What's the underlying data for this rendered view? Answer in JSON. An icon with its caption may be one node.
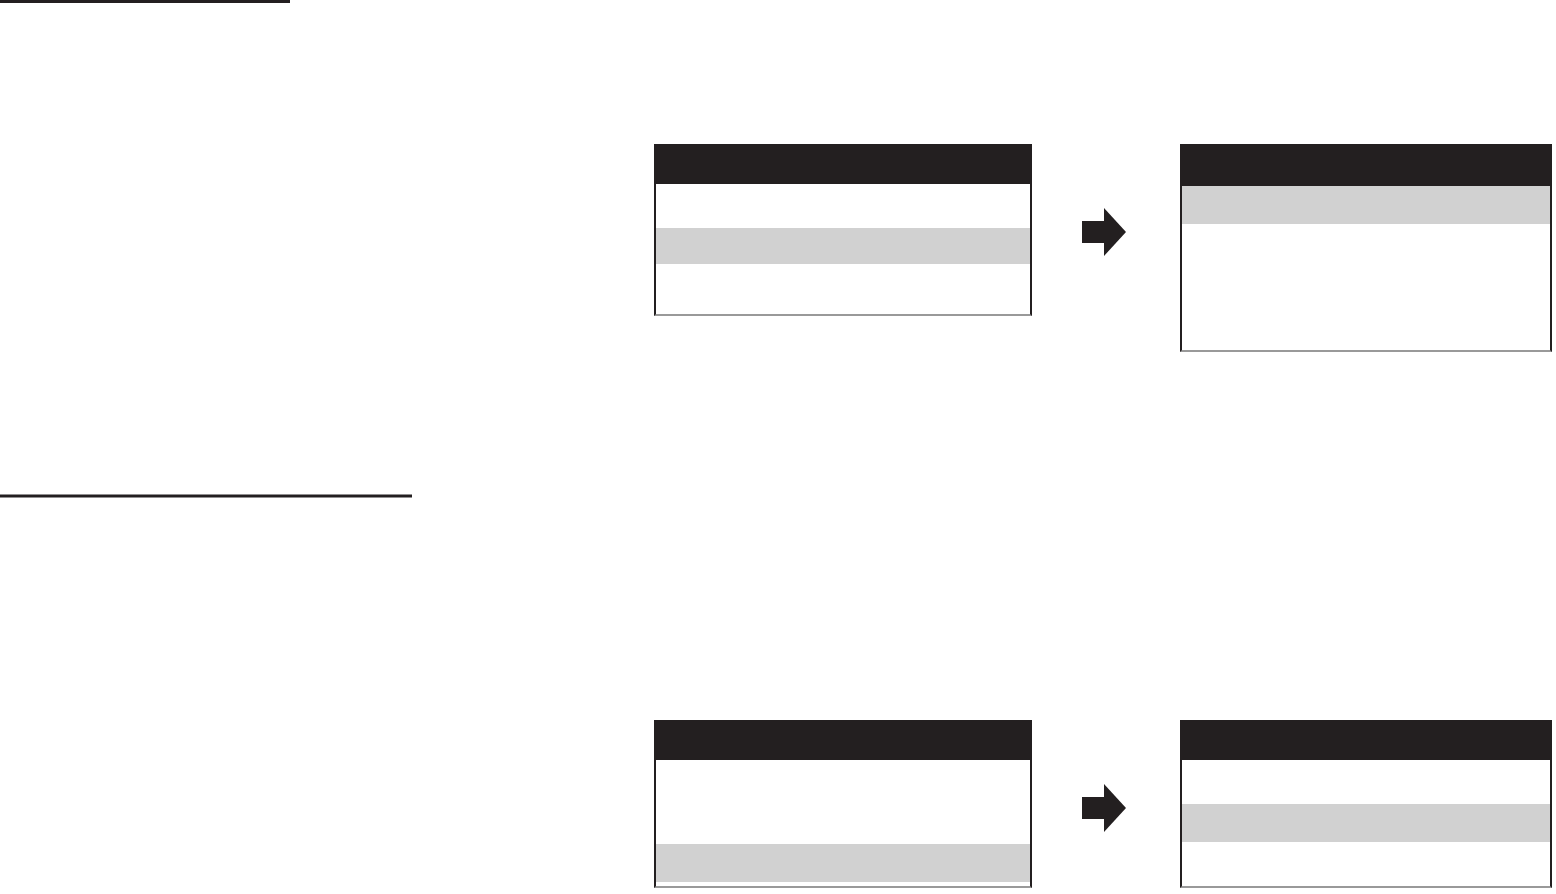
{
  "diagram": {
    "nodes": [
      {
        "text": [],
        "shape": "box"
      },
      {
        "text": [],
        "shape": "box"
      },
      {
        "text": [],
        "shape": "box"
      },
      {
        "text": [],
        "shape": "box"
      }
    ],
    "edges": [
      {
        "from": 0,
        "to": 1,
        "arrow": "to"
      },
      {
        "from": 2,
        "to": 3,
        "arrow": "to"
      }
    ]
  }
}
